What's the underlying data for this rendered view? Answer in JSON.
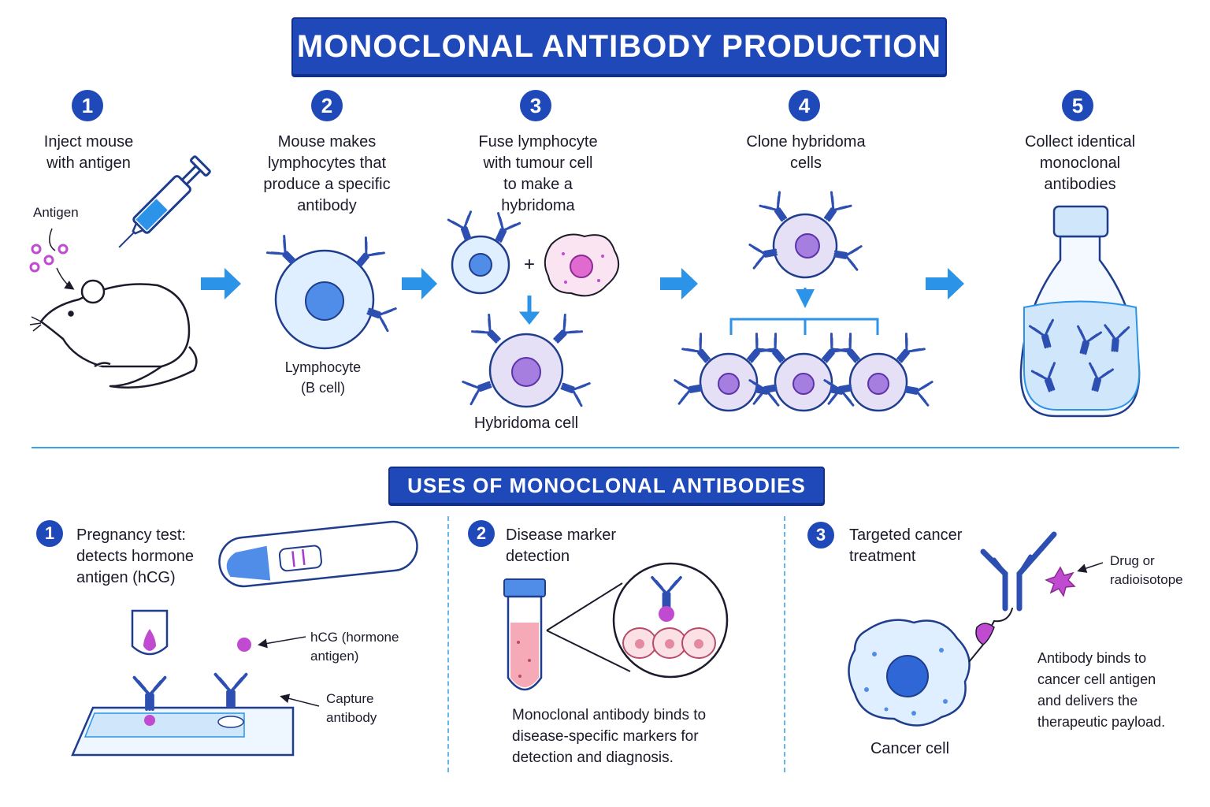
{
  "title": "MONOCLONAL ANTIBODY PRODUCTION",
  "steps": [
    {
      "number": "1",
      "label_lines": [
        "Inject mouse",
        "with antigen"
      ],
      "annotation": "Antigen"
    },
    {
      "number": "2",
      "label_lines": [
        "Mouse makes",
        "lymphocytes that",
        "produce a specific",
        "antibody"
      ],
      "cell_label_lines": [
        "Lymphocyte",
        "(B cell)"
      ]
    },
    {
      "number": "3",
      "label_lines": [
        "Fuse lymphocyte",
        "with tumour cell",
        "to make a",
        "hybridoma"
      ],
      "plus": "+",
      "cell_label": "Hybridoma cell"
    },
    {
      "number": "4",
      "label_lines": [
        "Clone hybridoma",
        "cells"
      ]
    },
    {
      "number": "5",
      "label_lines": [
        "Collect identical",
        "monoclonal",
        "antibodies"
      ]
    }
  ],
  "uses_title": "USES OF MONOCLONAL ANTIBODIES",
  "uses": [
    {
      "number": "1",
      "label_lines": [
        "Pregnancy test:",
        "detects hormone",
        "antigen (hCG)"
      ],
      "callouts": {
        "hcg_lines": [
          "hCG (hormone",
          "antigen)"
        ],
        "capture_lines": [
          "Capture",
          "antibody"
        ]
      }
    },
    {
      "number": "2",
      "label_lines": [
        "Disease marker",
        "detection"
      ],
      "description_lines": [
        "Monoclonal antibody binds to",
        "disease-specific markers for",
        "detection and diagnosis."
      ]
    },
    {
      "number": "3",
      "label_lines": [
        "Targeted cancer",
        "treatment"
      ],
      "drug_lines": [
        "Drug or",
        "radioisotope"
      ],
      "description_lines": [
        "Antibody binds to",
        "cancer cell antigen",
        "and delivers the",
        "therapeutic payload."
      ],
      "cell_label": "Cancer cell"
    }
  ],
  "colors": {
    "banner": "#1f49b8",
    "arrow": "#2b93e8",
    "antibody": "#2e4fb2",
    "antigen": "#c04bd1",
    "cell_fill": "#dfefff",
    "hybridoma_fill": "#e6e0f7"
  }
}
